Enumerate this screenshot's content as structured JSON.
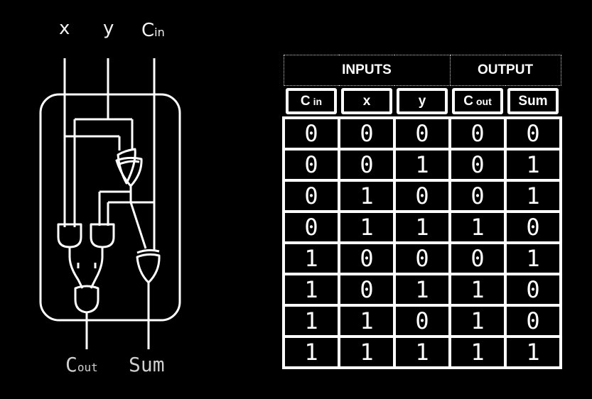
{
  "diagram": {
    "inputs": {
      "x": "x",
      "y": "y",
      "cin_main": "C",
      "cin_sub": "in"
    },
    "outputs": {
      "cout_main": "C",
      "cout_sub": "out",
      "sum": "Sum"
    }
  },
  "table": {
    "groups": [
      "INPUTS",
      "OUTPUT"
    ],
    "headers": [
      {
        "main": "C",
        "sub": "in"
      },
      {
        "main": "x",
        "sub": ""
      },
      {
        "main": "y",
        "sub": ""
      },
      {
        "main": "C",
        "sub": "out"
      },
      {
        "main": "Sum",
        "sub": ""
      }
    ],
    "rows": [
      [
        "0",
        "0",
        "0",
        "0",
        "0"
      ],
      [
        "0",
        "0",
        "1",
        "0",
        "1"
      ],
      [
        "0",
        "1",
        "0",
        "0",
        "1"
      ],
      [
        "0",
        "1",
        "1",
        "1",
        "0"
      ],
      [
        "1",
        "0",
        "0",
        "0",
        "1"
      ],
      [
        "1",
        "0",
        "1",
        "1",
        "0"
      ],
      [
        "1",
        "1",
        "0",
        "1",
        "0"
      ],
      [
        "1",
        "1",
        "1",
        "1",
        "1"
      ]
    ]
  },
  "colors": {
    "background": "#000000",
    "foreground": "#ffffff"
  }
}
